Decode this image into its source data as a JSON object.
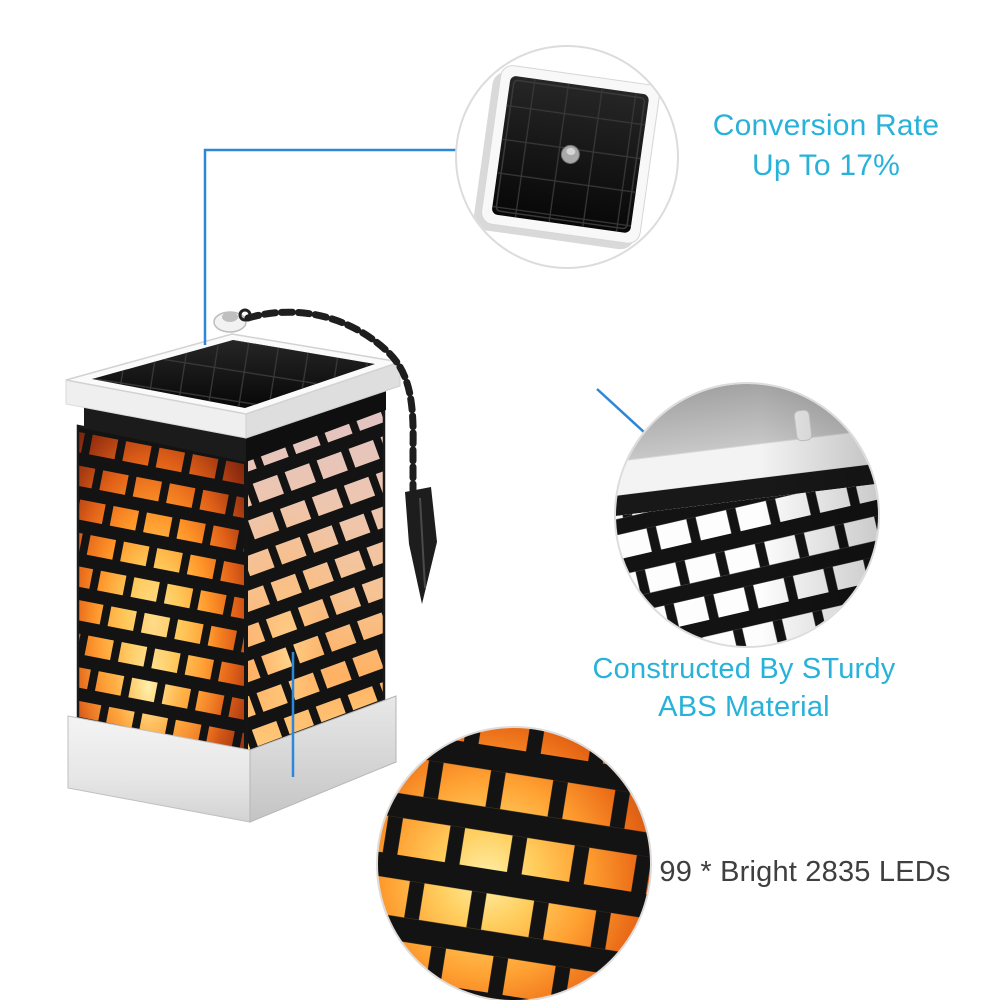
{
  "callouts": {
    "solar_panel": {
      "line1": "Conversion Rate",
      "line2": "Up To 17%"
    },
    "abs_material": {
      "line1": "Constructed By STurdy",
      "line2": "ABS Material"
    },
    "leds": {
      "line1": "99 * Bright 2835 LEDs"
    }
  },
  "colors": {
    "accent_cyan": "#29b2d9",
    "leader_blue": "#2e86d6",
    "led_text": "#3f3f3f"
  }
}
